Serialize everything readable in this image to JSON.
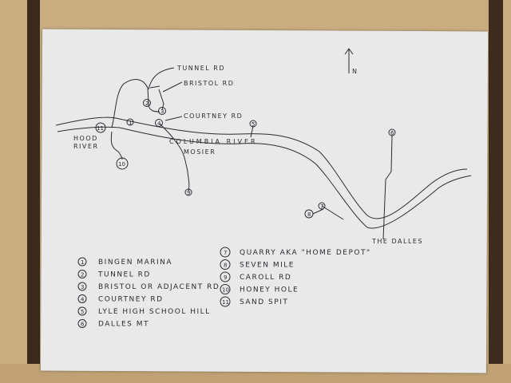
{
  "map": {
    "north": "N",
    "labels": {
      "tunnel_rd": "TUNNEL RD",
      "bristol_rd": "BRISTOL RD",
      "courtney_rd": "COURTNEY RD",
      "hood_river_1": "HOOD",
      "hood_river_2": "RIVER",
      "columbia_river": "COLUMBIA RIVER",
      "mosier": "MOSIER",
      "the_dalles": "THE DALLES"
    },
    "markers": [
      "1",
      "2",
      "3",
      "4",
      "5",
      "6",
      "7",
      "8",
      "9",
      "10",
      "11"
    ]
  },
  "legend": [
    {
      "num": "1",
      "label": "BINGEN MARINA"
    },
    {
      "num": "2",
      "label": "TUNNEL RD"
    },
    {
      "num": "3",
      "label": "BRISTOL OR ADJACENT RD"
    },
    {
      "num": "4",
      "label": "COURTNEY RD"
    },
    {
      "num": "5",
      "label": "LYLE HIGH SCHOOL HILL"
    },
    {
      "num": "6",
      "label": "DALLES MT"
    },
    {
      "num": "7",
      "label": "QUARRY AKA \"HOME DEPOT\""
    },
    {
      "num": "8",
      "label": "SEVEN MILE"
    },
    {
      "num": "9",
      "label": "CAROLL RD"
    },
    {
      "num": "10",
      "label": "HONEY HOLE"
    },
    {
      "num": "11",
      "label": "SAND SPIT"
    }
  ]
}
